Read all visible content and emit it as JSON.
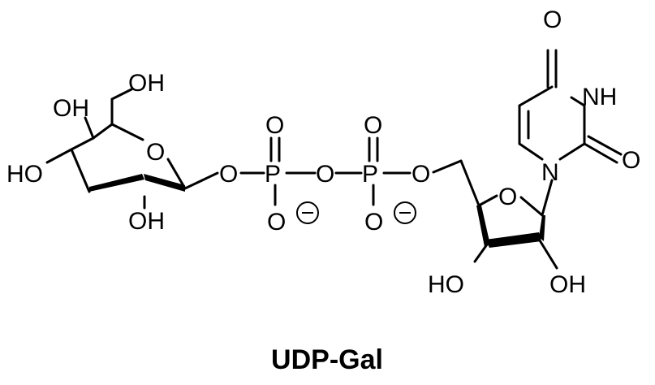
{
  "molecule": {
    "title": "UDP-Gal"
  },
  "galactose": {
    "oh_top_left": "OH",
    "oh_ch2": "OH",
    "ring_o": "O",
    "oh_left": "HO",
    "oh_bottom": "OH",
    "glycosidic_o": "O"
  },
  "phosphate1": {
    "p": "P",
    "double_o": "O",
    "minus_o": "O",
    "bridge_o": "O"
  },
  "phosphate2": {
    "p": "P",
    "double_o": "O",
    "minus_o": "O",
    "ester_o": "O"
  },
  "ribose": {
    "ring_o": "O",
    "oh_left": "HO",
    "oh_right": "OH"
  },
  "uracil": {
    "o_top": "O",
    "nh": "NH",
    "o_right": "O",
    "n1": "N"
  }
}
